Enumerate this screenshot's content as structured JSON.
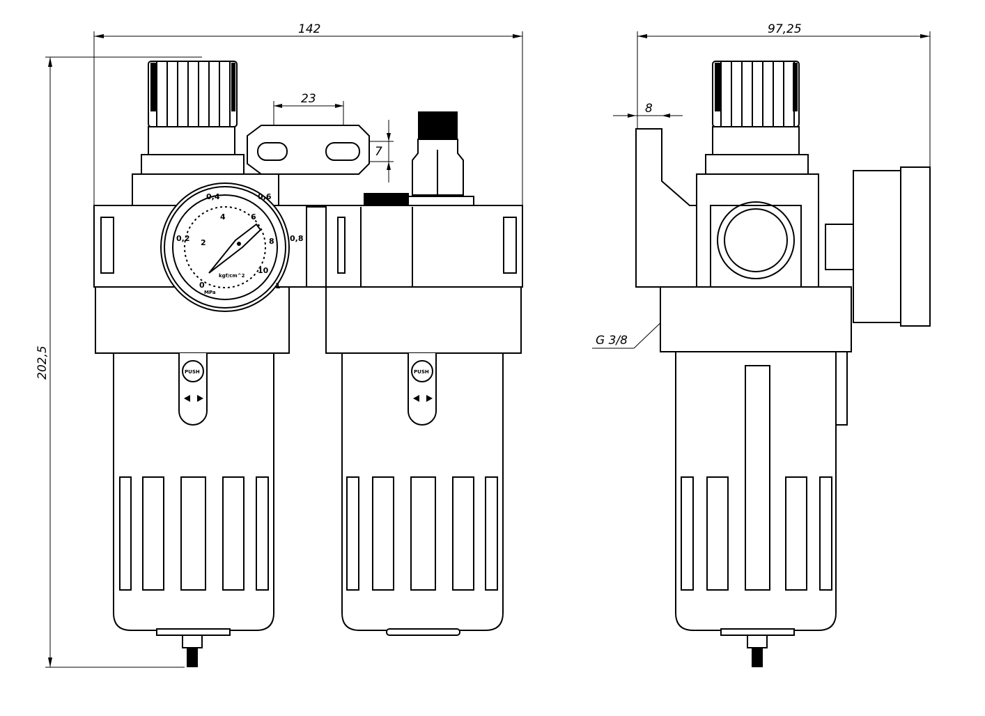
{
  "dimensions": {
    "overall_width": "142",
    "overall_height": "202,5",
    "side_depth": "97,25",
    "slot_spacing": "23",
    "slot_height": "7",
    "bracket_thickness": "8",
    "port_thread": "G 3/8"
  },
  "gauge": {
    "outer_scale": [
      "0",
      "0,2",
      "0,4",
      "0,6",
      "0,8",
      "1"
    ],
    "inner_scale": [
      "2",
      "4",
      "6",
      "8",
      "10"
    ],
    "unit_outer": "MPa",
    "unit_inner": "kgf/cm^2"
  },
  "bowls": {
    "push_label": "PUSH"
  }
}
